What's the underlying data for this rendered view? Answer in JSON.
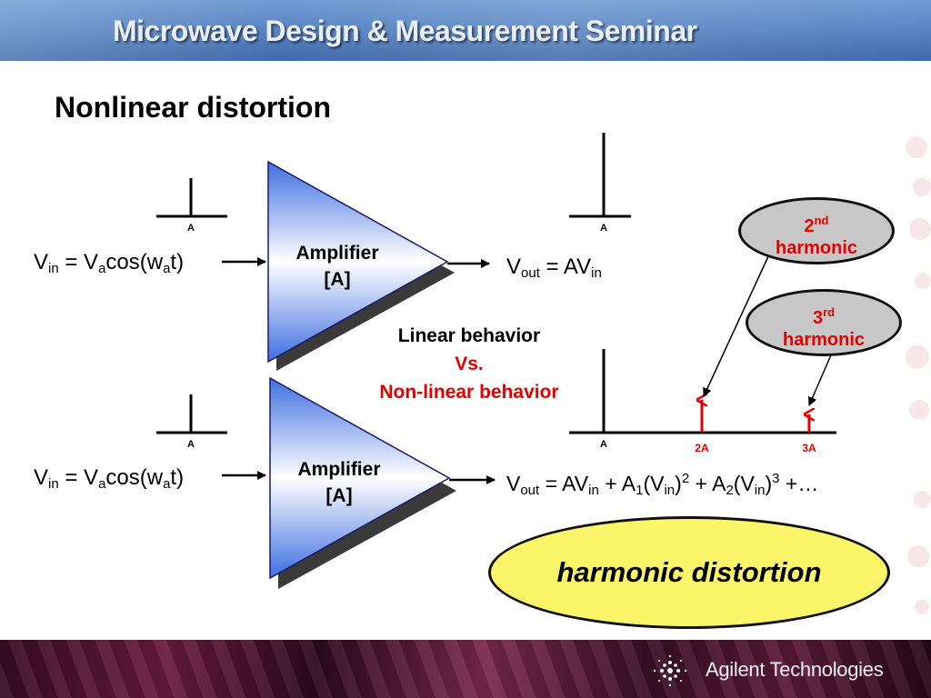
{
  "header": {
    "title": "Microwave Design & Measurement Seminar"
  },
  "slide": {
    "title": "Nonlinear distortion"
  },
  "linear": {
    "input_eq": {
      "v": "V",
      "in_sub": "in",
      "eq_va": " = V",
      "a_sub": "a",
      "cos": "cos(w",
      "a_sub2": "a",
      "end": "t)"
    },
    "input_spectrum_label": "A",
    "amplifier": {
      "line1": "Amplifier",
      "line2": "[A]"
    },
    "output_eq": {
      "v": "V",
      "out_sub": "out",
      "rest": " = AV",
      "in_sub": "in"
    },
    "output_spectrum_label": "A"
  },
  "comparison": {
    "line1": "Linear behavior",
    "line2": "Vs.",
    "line3": "Non-linear behavior"
  },
  "nonlinear": {
    "input_eq": {
      "v": "V",
      "in_sub": "in",
      "eq_va": " = V",
      "a_sub": "a",
      "cos": "cos(w",
      "a_sub2": "a",
      "end": "t)"
    },
    "input_spectrum_label": "A",
    "amplifier": {
      "line1": "Amplifier",
      "line2": "[A]"
    },
    "output_eq": {
      "v": "V",
      "out_sub": "out",
      "p1": " = AV",
      "in1": "in",
      "p2": " + A",
      "s1": "1",
      "p3": "(V",
      "in2": "in",
      "p4": ")",
      "sup2": "2",
      "p5": " + A",
      "s2": "2",
      "p6": "(V",
      "in3": "in",
      "p7": ")",
      "sup3": "3",
      "p8": " +…"
    },
    "output_spectrum_labels": {
      "fundamental": "A",
      "second": "2A",
      "third": "3A"
    }
  },
  "callouts": {
    "second_harmonic": {
      "num": "2",
      "suffix": "nd",
      "word": "harmonic"
    },
    "third_harmonic": {
      "num": "3",
      "suffix": "rd",
      "word": "harmonic"
    }
  },
  "result": {
    "label": "harmonic distortion"
  },
  "footer": {
    "company": "Agilent Technologies"
  },
  "colors": {
    "harmonic_red": "#e30000",
    "callout_gray": "#c7c7c7",
    "result_yellow": "#fbf56a",
    "amp_blue": "#3f6fe0"
  }
}
